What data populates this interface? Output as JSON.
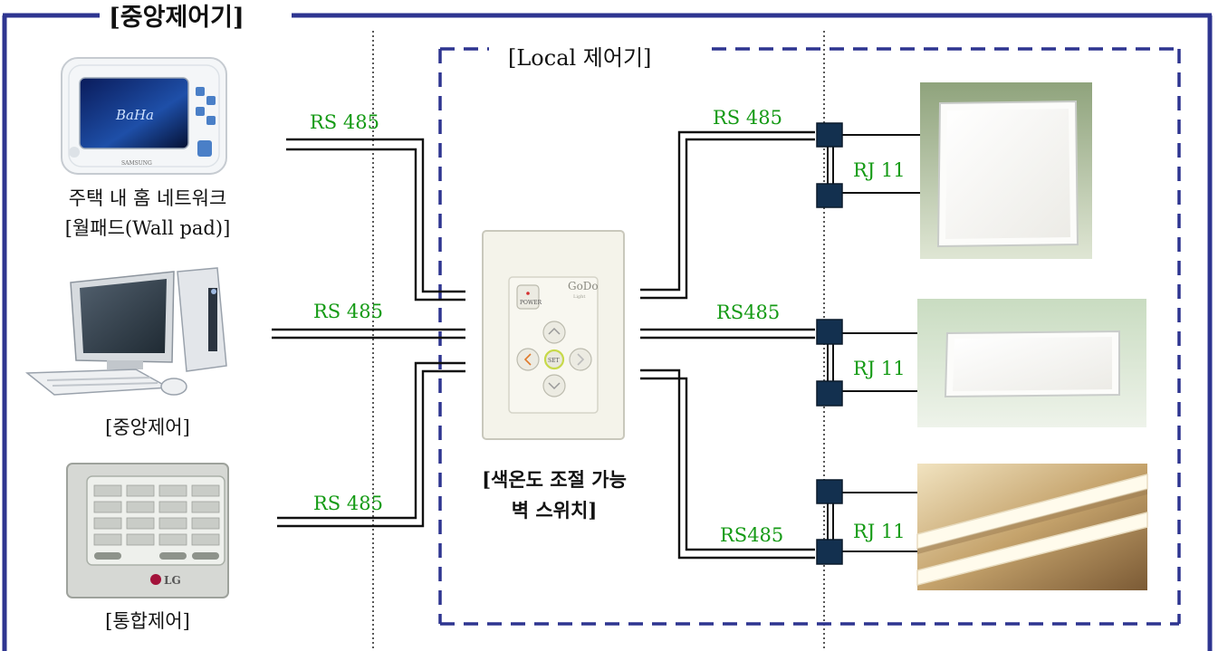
{
  "title": "[중앙제어기]",
  "local_title": "[Local 제어기]",
  "devices": {
    "wallpad": {
      "label_line1": "주택 내 홈 네트워크",
      "label_line2": "[월패드(Wall pad)]",
      "logo": "BaHa",
      "brand": "SAMSUNG"
    },
    "pc": {
      "label": "[중앙제어]"
    },
    "panel": {
      "label": "[통합제어]",
      "brand": "LG"
    }
  },
  "switch": {
    "label_line1": "[색온도 조절 가능",
    "label_line2": "벽 스위치]",
    "brand": "GoDo",
    "brand_sub": "Light",
    "power_label": "POWER",
    "set_label": "SET"
  },
  "connections": {
    "left_top": "RS 485",
    "left_mid": "RS 485",
    "left_bot": "RS 485",
    "right_top": "RS 485",
    "right_mid": "RS485",
    "right_bot": "RS485",
    "rj_top": "RJ 11",
    "rj_mid": "RJ 11",
    "rj_bot": "RJ 11"
  },
  "colors": {
    "frame": "#2e3590",
    "local_dash": "#2e3590",
    "connector": "#13304f",
    "label_green": "#149a14"
  }
}
